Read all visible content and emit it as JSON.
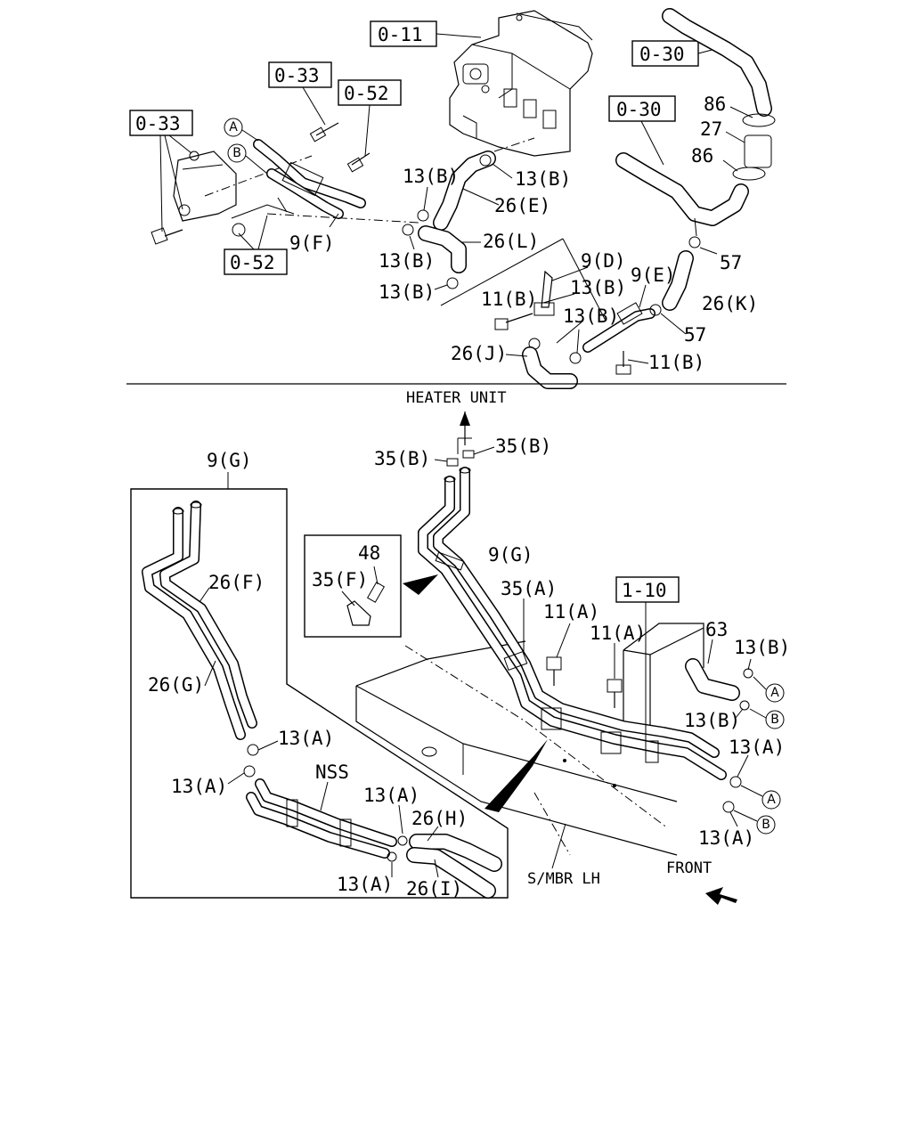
{
  "labels": {
    "ref_0_11": "0-11",
    "ref_0_30_top": "0-30",
    "ref_0_30_mid": "0-30",
    "ref_0_33_a": "0-33",
    "ref_0_33_b": "0-33",
    "ref_0_52_a": "0-52",
    "ref_0_52_b": "0-52",
    "ref_1_10": "1-10",
    "p86_a": "86",
    "p27": "27",
    "p86_b": "86",
    "p13B_1": "13(B)",
    "p13B_2": "13(B)",
    "p26E": "26(E)",
    "p26L": "26(L)",
    "p9F": "9(F)",
    "p13B_3": "13(B)",
    "p13B_4": "13(B)",
    "p9D": "9(D)",
    "p11B_1": "11(B)",
    "p13B_5": "13(B)",
    "p13B_6": "13(B)",
    "p9E": "9(E)",
    "p57_a": "57",
    "p26K": "26(K)",
    "p57_b": "57",
    "p26J": "26(J)",
    "p11B_2": "11(B)",
    "heater_unit": "HEATER UNIT",
    "p35B_a": "35(B)",
    "p35B_b": "35(B)",
    "p9G_a": "9(G)",
    "p9G_b": "9(G)",
    "p48": "48",
    "p35F": "35(F)",
    "p26F": "26(F)",
    "p26G": "26(G)",
    "p35A": "35(A)",
    "p11A_1": "11(A)",
    "p11A_2": "11(A)",
    "p63": "63",
    "p13B_7": "13(B)",
    "p13B_8": "13(B)",
    "p13A_1": "13(A)",
    "p13A_2": "13(A)",
    "p13A_3": "13(A)",
    "p13A_4": "13(A)",
    "p13A_5": "13(A)",
    "p13A_6": "13(A)",
    "nss": "NSS",
    "p26H": "26(H)",
    "p26I": "26(I)",
    "smbr": "S/MBR LH",
    "front": "FRONT"
  },
  "markers": {
    "A1": "A",
    "B1": "B",
    "A2": "A",
    "B2": "B",
    "A3": "A",
    "B3": "B"
  }
}
